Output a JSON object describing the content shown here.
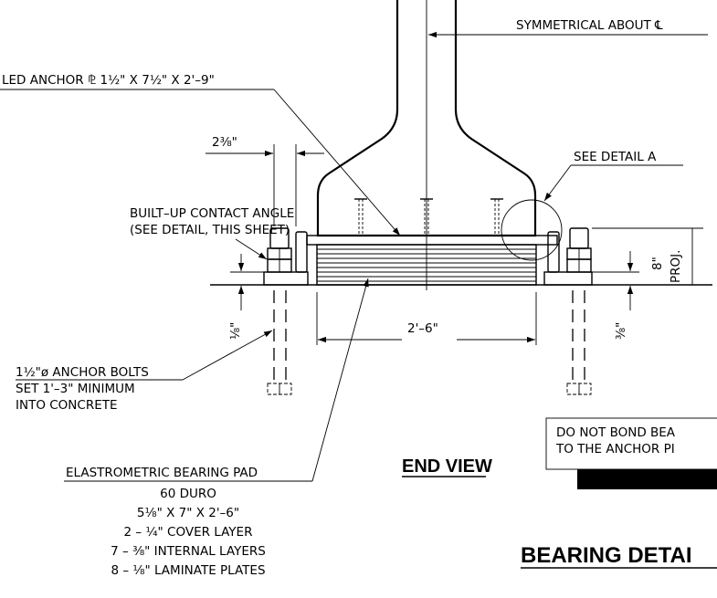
{
  "labels": {
    "symmetrical": "SYMMETRICAL ABOUT ℄",
    "anchor_plate": "LED ANCHOR ⅊ 1½\" X 7½\" X 2'–9\"",
    "dim_2_3_8": "2⅜\"",
    "see_detail_a": "SEE DETAIL A",
    "contact_angle_1": "BUILT–UP CONTACT ANGLE",
    "contact_angle_2": "(SEE DETAIL, THIS SHEET)",
    "dim_8_proj_val": "8\"",
    "dim_8_proj_txt": "PROJ.",
    "dim_1_8": "⅛\"",
    "dim_2_6": "2'–6\"",
    "dim_3_8": "⅜\"",
    "anchor_bolts_1": "1½\"ø ANCHOR BOLTS",
    "anchor_bolts_2": "SET 1'–3\" MINIMUM",
    "anchor_bolts_3": "INTO CONCRETE",
    "note_1": "DO NOT BOND BEA",
    "note_2": "TO THE ANCHOR PI",
    "end_view": "END VIEW",
    "bearing_detail": "BEARING DETAI",
    "pad_title": "ELASTROMETRIC BEARING PAD",
    "pad_duro": "60 DURO",
    "pad_size": "5⅛\" X 7\" X 2'–6\"",
    "pad_cover": "2 – ¼\" COVER LAYER",
    "pad_internal": "7 – ⅜\" INTERNAL LAYERS",
    "pad_plates": "8 – ⅛\" LAMINATE PLATES"
  }
}
